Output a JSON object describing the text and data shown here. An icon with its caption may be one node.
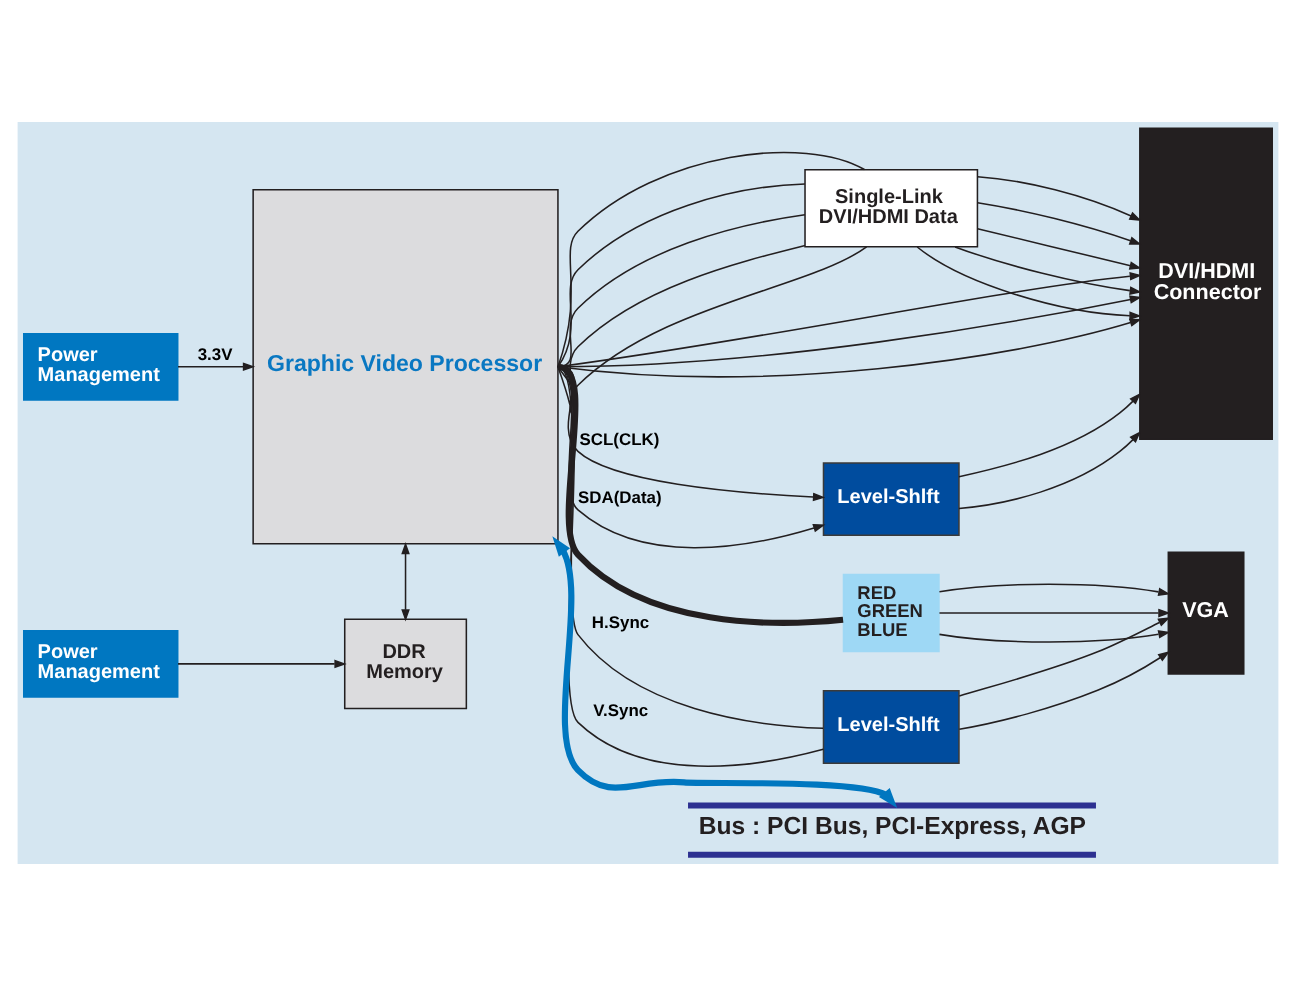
{
  "diagram": {
    "nodes": [
      {
        "text": [
          "Power Management"
        ]
      },
      {
        "text": [
          "Graphic Video Processor"
        ]
      },
      {
        "text": [
          "Single-Link DVI/HDMI Data"
        ]
      },
      {
        "text": [
          "DVI/HDMI Connector"
        ]
      },
      {
        "text": [
          "Level-Shlft"
        ]
      },
      {
        "text": [
          "RED",
          "GREEN",
          "BLUE"
        ]
      },
      {
        "text": [
          "VGA"
        ]
      },
      {
        "text": [
          "Level-Shlft"
        ]
      },
      {
        "text": [
          "Power Management"
        ]
      },
      {
        "text": [
          "DDR Memory"
        ]
      },
      {
        "text": [
          "Bus : PCI Bus, PCI-Express, AGP"
        ]
      }
    ],
    "edges": [
      {
        "from": 0,
        "to": 1,
        "arrow": "to",
        "label": "3.3V"
      },
      {
        "from": 1,
        "to": 3,
        "arrow": "to"
      },
      {
        "from": 1,
        "to": 2,
        "arrow": "none"
      },
      {
        "from": 1,
        "to": 2,
        "arrow": "none"
      },
      {
        "from": 1,
        "to": 2,
        "arrow": "none"
      },
      {
        "from": 1,
        "to": 2,
        "arrow": "none"
      },
      {
        "from": 1,
        "to": 2,
        "arrow": "none"
      },
      {
        "from": 2,
        "to": 3,
        "arrow": "to"
      },
      {
        "from": 2,
        "to": 3,
        "arrow": "to"
      },
      {
        "from": 2,
        "to": 3,
        "arrow": "to"
      },
      {
        "from": 2,
        "to": 3,
        "arrow": "to"
      },
      {
        "from": 2,
        "to": 3,
        "arrow": "to"
      },
      {
        "from": 1,
        "to": 3,
        "arrow": "to"
      },
      {
        "from": 1,
        "to": 3,
        "arrow": "to"
      },
      {
        "from": 1,
        "to": 4,
        "arrow": "to",
        "label": "SCL(CLK)"
      },
      {
        "from": 1,
        "to": 4,
        "arrow": "to",
        "label": "SDA(Data)"
      },
      {
        "from": 4,
        "to": 3,
        "arrow": "to"
      },
      {
        "from": 4,
        "to": 3,
        "arrow": "to"
      },
      {
        "from": 1,
        "to": 5,
        "arrow": "none",
        "style": "thick"
      },
      {
        "from": 5,
        "to": 6,
        "arrow": "to"
      },
      {
        "from": 5,
        "to": 6,
        "arrow": "to"
      },
      {
        "from": 5,
        "to": 6,
        "arrow": "to"
      },
      {
        "from": 1,
        "to": 7,
        "arrow": "none",
        "label": "H.Sync"
      },
      {
        "from": 1,
        "to": 7,
        "arrow": "none",
        "label": "V.Sync"
      },
      {
        "from": 7,
        "to": 6,
        "arrow": "to"
      },
      {
        "from": 7,
        "to": 6,
        "arrow": "to"
      },
      {
        "from": 1,
        "to": 9,
        "arrow": "both"
      },
      {
        "from": 8,
        "to": 9,
        "arrow": "to"
      },
      {
        "from": 1,
        "to": 10,
        "arrow": "both",
        "style": "thick",
        "color": "#0077c0"
      }
    ]
  }
}
